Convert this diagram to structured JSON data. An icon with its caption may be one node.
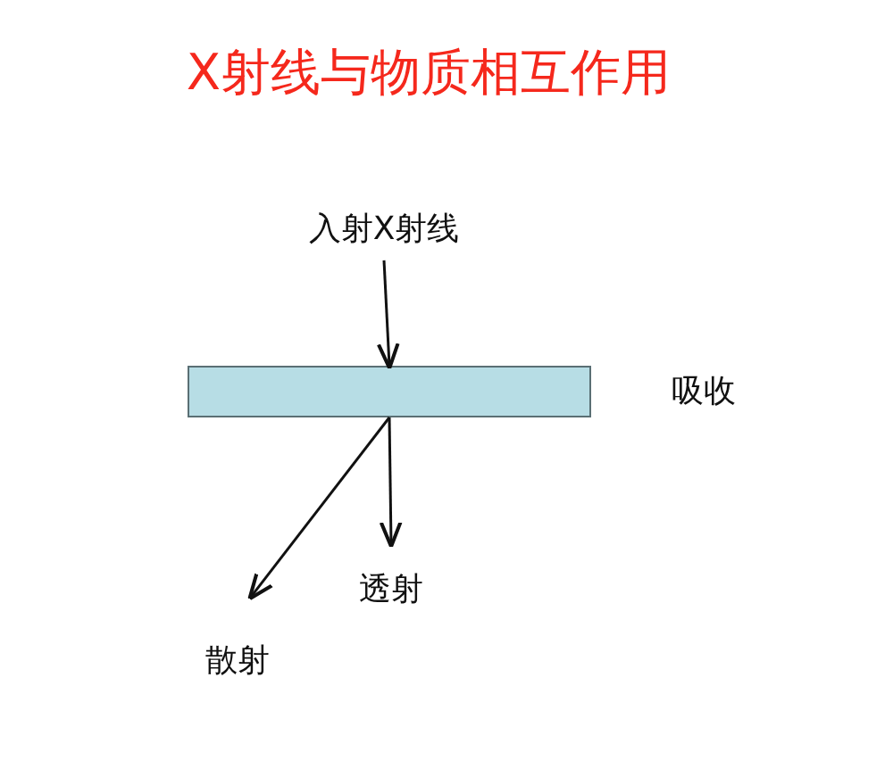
{
  "diagram": {
    "title": "X射线与物质相互作用",
    "nodes": [
      {
        "text": [
          "入射X射线"
        ]
      },
      {
        "text": [],
        "shape": "bar",
        "beside": [
          "吸收"
        ]
      },
      {
        "text": [
          "透射"
        ]
      },
      {
        "text": [
          "散射"
        ]
      }
    ],
    "edges": [
      {
        "from": 0,
        "to": 1,
        "arrow": "to"
      },
      {
        "from": 1,
        "to": 2,
        "arrow": "to"
      },
      {
        "from": 1,
        "to": 3,
        "arrow": "to"
      }
    ]
  }
}
